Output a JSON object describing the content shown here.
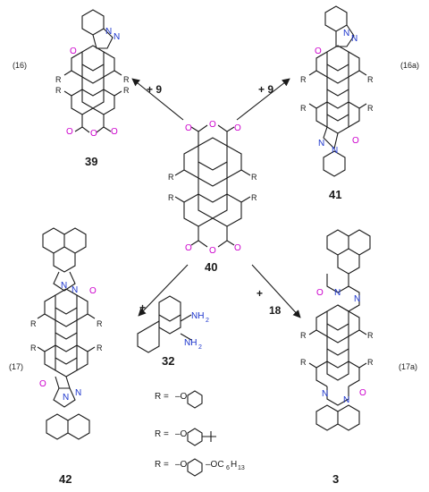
{
  "equations": {
    "eq16": "(16)",
    "eq16a": "(16a)",
    "eq17": "(17)",
    "eq17a": "(17a)"
  },
  "compounds": {
    "c39": "39",
    "c40": "40",
    "c41": "41",
    "c42": "42",
    "c3": "3",
    "c32": "32"
  },
  "reagents": {
    "r9a": "+ 9",
    "r9b": "+ 9",
    "rplus42": "+",
    "rplus3": "+",
    "r18": "18"
  },
  "substituents": {
    "R_label": "R =",
    "r1": "–O",
    "r2": "–O",
    "r3_left": "–O",
    "r3_right": "–OC",
    "hexyl_sub1": "6",
    "hexyl_H": "H",
    "hexyl_sub2": "13"
  },
  "atoms": {
    "O": "O",
    "N": "N",
    "R": "R",
    "NH2": "NH",
    "NH2_sub": "2"
  }
}
